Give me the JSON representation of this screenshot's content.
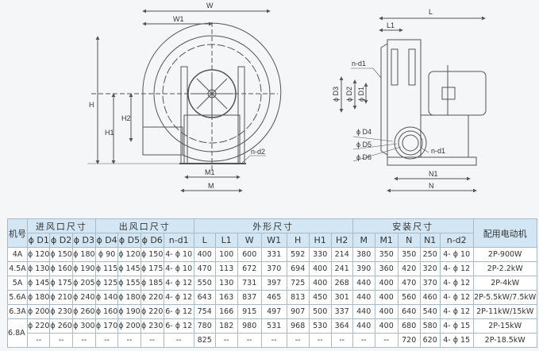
{
  "drawing": {
    "front_labels": {
      "W": "W",
      "W1": "W1",
      "H": "H",
      "H1": "H1",
      "H2": "H2",
      "M1": "M1",
      "M": "M",
      "nd2": "n-d2"
    },
    "side_labels": {
      "L": "L",
      "L1": "L1",
      "nd1_top": "n-d1",
      "D3": "ϕ D3",
      "D2": "ϕ D2",
      "D1": "ϕ D1",
      "D4": "ϕ D4",
      "D5": "ϕ D5",
      "D6": "ϕ D6",
      "nd1_bottom": "n-d1",
      "N1": "N1",
      "N": "N"
    }
  },
  "table": {
    "model_header": "机号",
    "groups": [
      "进风口尺寸",
      "出风口尺寸",
      "外形尺寸",
      "安装尺寸"
    ],
    "motor_header": "配用电动机",
    "columns": [
      "ϕ D1",
      "ϕ D2",
      "ϕ D3",
      "ϕ D4",
      "ϕ D5",
      "ϕ D6",
      "n-d1",
      "L",
      "L1",
      "W",
      "W1",
      "H",
      "H1",
      "H2",
      "M",
      "M1",
      "N",
      "N1",
      "n-d2"
    ],
    "rows": [
      {
        "model": "4A",
        "cells": [
          "ϕ 120",
          "ϕ 150",
          "ϕ 180",
          "ϕ 90",
          "ϕ 120",
          "ϕ 150",
          "4- ϕ 10",
          "400",
          "100",
          "600",
          "331",
          "592",
          "330",
          "214",
          "380",
          "350",
          "350",
          "250",
          "4- ϕ 10"
        ],
        "motor": "2P-900W"
      },
      {
        "model": "4.5A",
        "cells": [
          "ϕ 130",
          "ϕ 160",
          "ϕ 190",
          "ϕ 115",
          "ϕ 145",
          "ϕ 175",
          "4- ϕ 10",
          "470",
          "113",
          "672",
          "370",
          "694",
          "400",
          "241",
          "390",
          "360",
          "420",
          "320",
          "4- ϕ 12"
        ],
        "motor": "2P-2.2kW"
      },
      {
        "model": "5A",
        "cells": [
          "ϕ 145",
          "ϕ 175",
          "ϕ 205",
          "ϕ 125",
          "ϕ 155",
          "ϕ 185",
          "4- ϕ 12",
          "550",
          "130",
          "731",
          "397",
          "725",
          "400",
          "268",
          "440",
          "400",
          "470",
          "370",
          "4- ϕ 12"
        ],
        "motor": "2P-4kW"
      },
      {
        "model": "5.6A",
        "cells": [
          "ϕ 180",
          "ϕ 210",
          "ϕ 240",
          "ϕ 140",
          "ϕ 180",
          "ϕ 220",
          "4- ϕ 12",
          "643",
          "163",
          "837",
          "465",
          "813",
          "450",
          "301",
          "440",
          "400",
          "560",
          "460",
          "4- ϕ 12"
        ],
        "motor": "2P-5.5kW/7.5kW"
      },
      {
        "model": "6.3A",
        "cells": [
          "ϕ 200",
          "ϕ 230",
          "ϕ 260",
          "ϕ 160",
          "ϕ 190",
          "ϕ 220",
          "6- ϕ 12",
          "754",
          "166",
          "915",
          "497",
          "907",
          "500",
          "337",
          "440",
          "400",
          "640",
          "540",
          "4- ϕ 12"
        ],
        "motor": "2P-11kW/15kW"
      },
      {
        "model": "6.8A",
        "cells": [
          "ϕ 220",
          "ϕ 260",
          "ϕ 300",
          "ϕ 170",
          "ϕ 200",
          "ϕ 230",
          "6- ϕ 12",
          "780",
          "182",
          "980",
          "531",
          "968",
          "530",
          "364",
          "440",
          "400",
          "680",
          "580",
          "4- ϕ 15"
        ],
        "motor": "2P-15kW"
      },
      {
        "model": "",
        "cells": [
          "--",
          "--",
          "--",
          "--",
          "--",
          "--",
          "--",
          "825",
          "--",
          "--",
          "--",
          "--",
          "--",
          "--",
          "--",
          "--",
          "720",
          "620",
          "4- ϕ 15"
        ],
        "motor": "2P-18.5kW"
      }
    ]
  }
}
